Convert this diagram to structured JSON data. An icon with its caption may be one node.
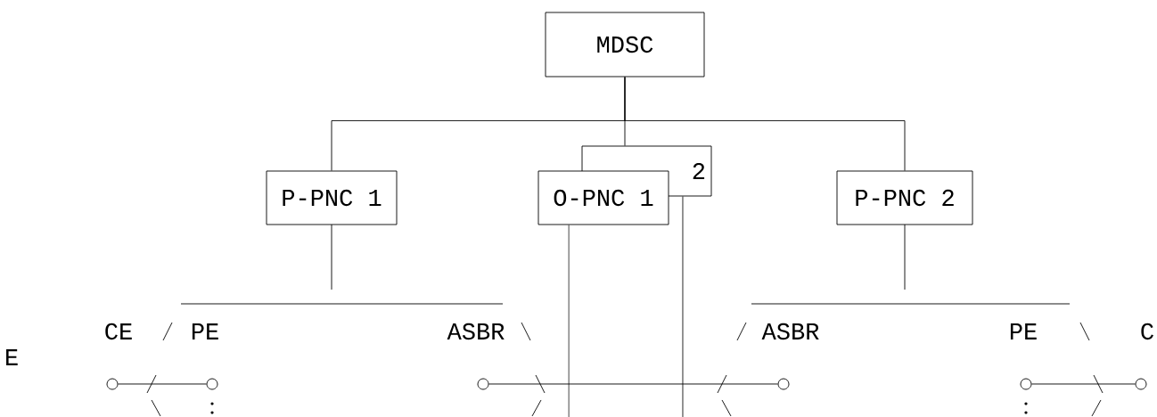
{
  "diagram": {
    "nodes": [
      {
        "text": [
          "MDSC"
        ]
      },
      {
        "text": [
          "P-PNC 1"
        ]
      },
      {
        "text": [
          "2"
        ]
      },
      {
        "text": [
          "O-PNC 1"
        ]
      },
      {
        "text": [
          "P-PNC 2"
        ]
      },
      {
        "text": [],
        "shape": "circle"
      },
      {
        "text": [],
        "shape": "circle"
      },
      {
        "text": [],
        "shape": "circle"
      },
      {
        "text": [],
        "shape": "circle"
      },
      {
        "text": [],
        "shape": "circle"
      },
      {
        "text": [],
        "shape": "circle"
      }
    ],
    "edges": [
      {
        "from": 0,
        "to": 1,
        "arrow": "none"
      },
      {
        "from": 0,
        "to": 2,
        "arrow": "none"
      },
      {
        "from": 0,
        "to": 4,
        "arrow": "none"
      },
      {
        "from": 3,
        "to": null,
        "arrow": "none"
      },
      {
        "from": 2,
        "to": null,
        "arrow": "none"
      },
      {
        "from": 5,
        "to": 6,
        "arrow": "none"
      },
      {
        "from": 7,
        "to": 8,
        "arrow": "none"
      },
      {
        "from": 9,
        "to": 10,
        "arrow": "none"
      }
    ],
    "labels": [
      "CE",
      "PE",
      "ASBR",
      "ASBR",
      "PE",
      "C",
      "E"
    ]
  }
}
